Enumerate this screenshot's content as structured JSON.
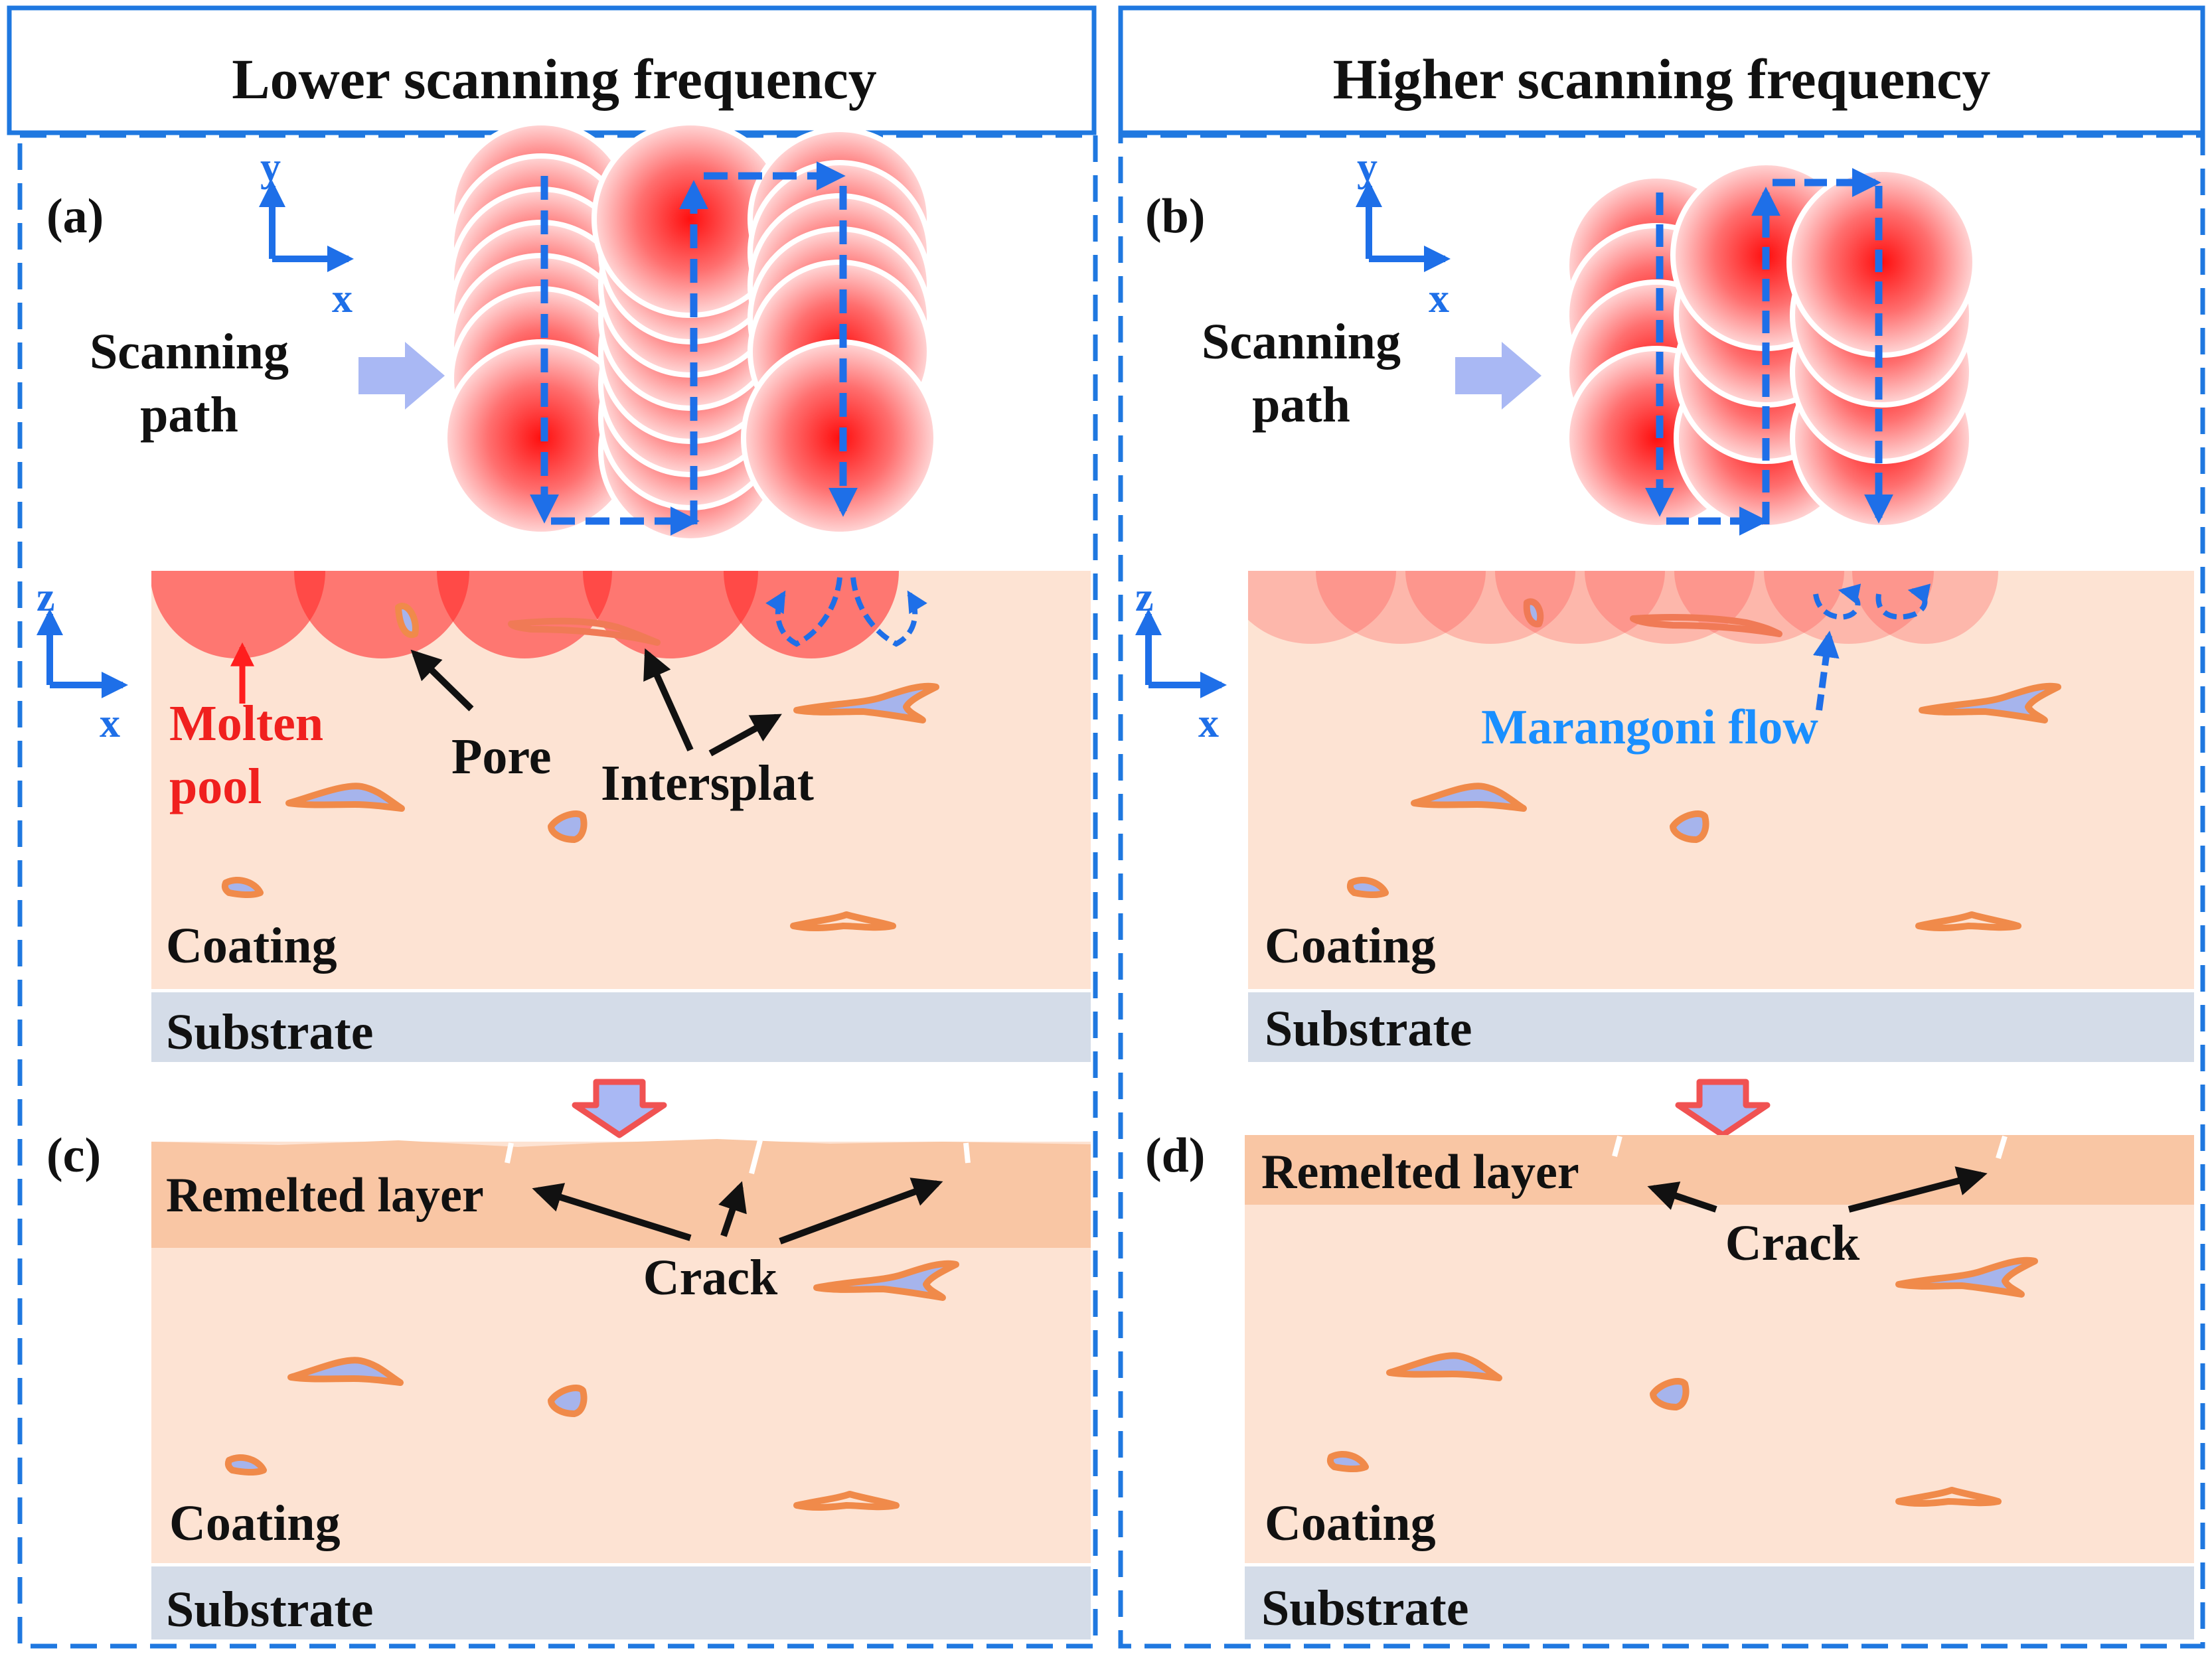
{
  "panels": {
    "left_title": "Lower scanning frequency",
    "right_title": "Higher scanning frequency"
  },
  "labels": {
    "a": "(a)",
    "b": "(b)",
    "c": "(c)",
    "d": "(d)"
  },
  "axes": {
    "x": "x",
    "y": "y",
    "z": "z"
  },
  "text": {
    "scanning": "Scanning",
    "path": "path",
    "molten": "Molten",
    "pool": "pool",
    "pore": "Pore",
    "intersplat": "Intersplat",
    "marangoni": "Marangoni flow",
    "coating": "Coating",
    "substrate": "Substrate",
    "remelted": "Remelted layer",
    "crack": "Crack"
  },
  "colors": {
    "frame_blue": "#1f78e0",
    "arrow_blue": "#1e6fe8",
    "coating": "#fde3d3",
    "remelted": "#f9c6a4",
    "substrate": "#d4dce8",
    "molten_red": "#ff2a2a",
    "defect": "#f08a4a",
    "defect_fill": "#a6b4ec",
    "marangoni_text": "#1a8fff",
    "molten_text": "#f0201e",
    "guide_arrow": "#a9b8f4",
    "down_arrow_border": "#f05252"
  }
}
